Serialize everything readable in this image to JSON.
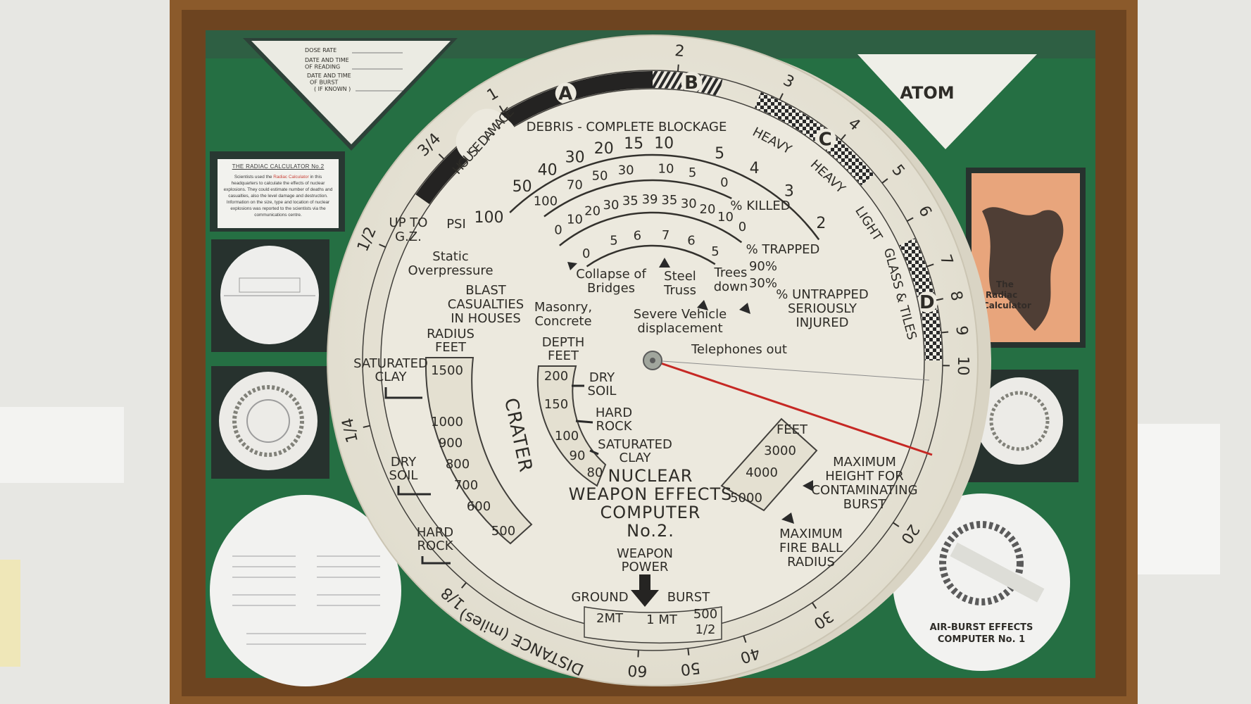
{
  "placard": {
    "title": "THE RADIAC CALCULATOR No.2",
    "body_pre": "Scientists used the",
    "highlight": "Radiac Calculator",
    "body_post": "in this headquarters to calculate the effects of nuclear explosions. They could estimate number of deaths and casualties, also the level damage and destruction. Information on the size, type and location of nuclear explosions was reported to the scientists via the communications centre."
  },
  "dose_card": {
    "dose_rate": "DOSE RATE",
    "reading": [
      "DATE AND TIME",
      "OF READING"
    ],
    "burst": [
      "DATE AND TIME",
      "OF BURST",
      "( IF KNOWN )"
    ]
  },
  "atom_card": {
    "label": "ATOM"
  },
  "book": {
    "title": [
      "The",
      "Radiac",
      "Calculator"
    ]
  },
  "airburst_disc": {
    "title": [
      "AIR-BURST EFFECTS",
      "COMPUTER No. 1"
    ]
  },
  "dial": {
    "title": [
      "NUCLEAR",
      "WEAPON EFFECTS",
      "COMPUTER",
      "No.2."
    ],
    "house_damage": {
      "label": "HOUSE DAMAGE",
      "zones": [
        "A",
        "B",
        "C",
        "D"
      ]
    },
    "band_labels": {
      "debris": "DEBRIS - COMPLETE BLOCKAGE",
      "heavy_b": "HEAVY",
      "heavy_c": "HEAVY",
      "light": "LIGHT",
      "glass": "GLASS & TILES"
    },
    "distance_scale": {
      "label": "DISTANCE (miles)",
      "values": [
        "1/8",
        "1/4",
        "1/2",
        "3/4",
        "1",
        "2",
        "3",
        "4",
        "5",
        "6",
        "7",
        "8",
        "9",
        "10",
        "20",
        "30",
        "40",
        "50",
        "60"
      ]
    },
    "psi_scale": {
      "label": "PSI",
      "sublabel": [
        "Static",
        "Overpressure"
      ],
      "values": [
        "100",
        "50",
        "40",
        "30",
        "20",
        "15",
        "10",
        "5",
        "4",
        "3",
        "2"
      ]
    },
    "killed_scale": {
      "label": "% KILLED",
      "values": [
        "100",
        "70",
        "50",
        "30",
        "10",
        "5",
        "0"
      ]
    },
    "trapped_scale": {
      "label": "% TRAPPED",
      "values": [
        "0",
        "10",
        "20",
        "30",
        "35",
        "39",
        "35",
        "30",
        "20",
        "10",
        "0"
      ]
    },
    "injured_scale": {
      "label": [
        "% UNTRAPPED",
        "SERIOUSLY",
        "INJURED"
      ],
      "values": [
        "0",
        "5",
        "6",
        "7",
        "6",
        "5"
      ]
    },
    "blast_casualties": [
      "BLAST",
      "CASUALTIES",
      "IN HOUSES"
    ],
    "up_to_gz": [
      "UP TO",
      "G.Z."
    ],
    "effects": {
      "bridges": [
        "Collapse of",
        "Bridges"
      ],
      "masonry": [
        "Masonry,",
        "Concrete"
      ],
      "steel": [
        "Steel",
        "Truss"
      ],
      "vehicle": [
        "Severe Vehicle",
        "displacement"
      ],
      "trees": [
        "Trees",
        "down"
      ],
      "trees_90": "90%",
      "trees_30": "30%",
      "telephones": "Telephones out"
    },
    "crater": {
      "label": "CRATER",
      "radius_label": [
        "RADIUS",
        "FEET"
      ],
      "radius_values": [
        "1500",
        "1000",
        "900",
        "800",
        "700",
        "600",
        "500"
      ],
      "depth_label": [
        "DEPTH",
        "FEET"
      ],
      "depth_values": [
        "200",
        "150",
        "100",
        "90",
        "80"
      ],
      "saturated_clay": [
        "SATURATED",
        "CLAY"
      ],
      "dry_soil": [
        "DRY",
        "SOIL"
      ],
      "hard_rock": [
        "HARD",
        "ROCK"
      ],
      "inner_dry_soil": [
        "DRY",
        "SOIL"
      ],
      "inner_hard_rock": [
        "HARD",
        "ROCK"
      ],
      "inner_saturated_clay": [
        "SATURATED",
        "CLAY"
      ]
    },
    "height_window": {
      "label": "FEET",
      "values": [
        "3000",
        "4000",
        "5000"
      ],
      "max_height": [
        "MAXIMUM",
        "HEIGHT FOR",
        "CONTAMINATING",
        "BURST"
      ],
      "fireball": [
        "MAXIMUM",
        "FIRE BALL",
        "RADIUS"
      ]
    },
    "weapon_power": {
      "label": [
        "WEAPON",
        "POWER"
      ],
      "ground": "GROUND",
      "burst": "BURST",
      "values": [
        "2MT",
        "1 MT",
        "500",
        "1/2"
      ]
    },
    "needle_color": "#c4201c"
  },
  "colors": {
    "felt": "#1d6a3c",
    "wood": "#8b5a2b",
    "card": "#ebe8db"
  }
}
